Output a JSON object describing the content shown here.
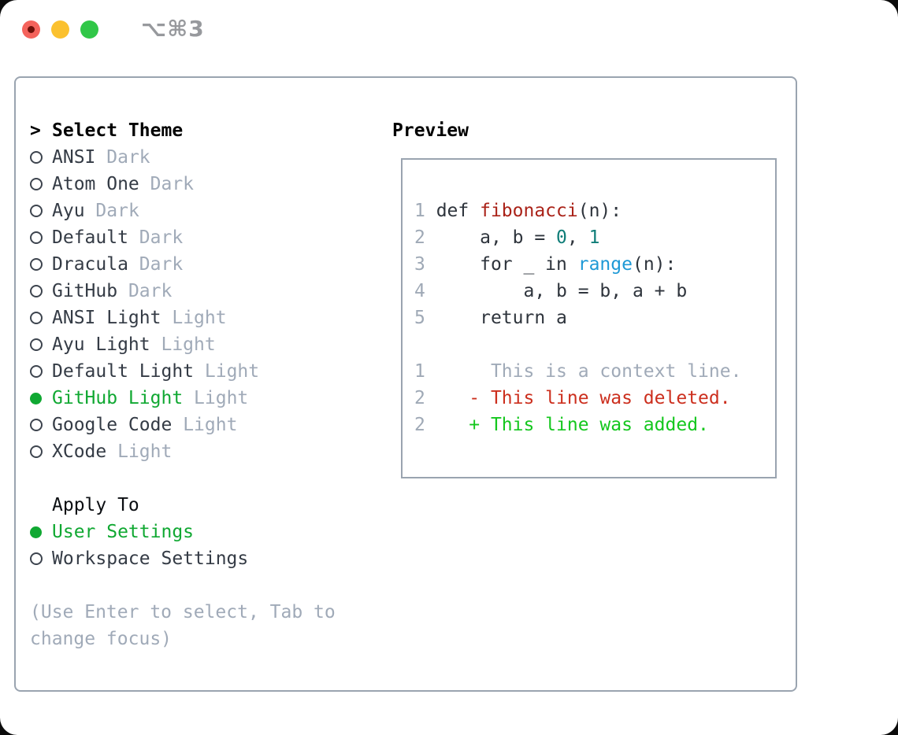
{
  "window": {
    "title_shortcut": "⌥⌘3"
  },
  "colors": {
    "traffic_red": "#f4635c",
    "traffic_yellow": "#fbc12f",
    "traffic_green": "#31c748",
    "panel_border": "#9aa4b0",
    "accent_green": "#10a832",
    "muted_gray": "#a0aab8",
    "text_dark": "#343b45",
    "function_red": "#aa2319",
    "builtin_blue": "#1e99d6",
    "number_teal": "#0f7d78",
    "deleted_red": "#cc2f1e",
    "added_green": "#14c71e"
  },
  "theme_picker": {
    "header_prefix": ">",
    "header": "Select Theme",
    "items": [
      {
        "name": "ANSI",
        "variant": "Dark",
        "selected": false
      },
      {
        "name": "Atom One",
        "variant": "Dark",
        "selected": false
      },
      {
        "name": "Ayu",
        "variant": "Dark",
        "selected": false
      },
      {
        "name": "Default",
        "variant": "Dark",
        "selected": false
      },
      {
        "name": "Dracula",
        "variant": "Dark",
        "selected": false
      },
      {
        "name": "GitHub",
        "variant": "Dark",
        "selected": false
      },
      {
        "name": "ANSI Light",
        "variant": "Light",
        "selected": false
      },
      {
        "name": "Ayu Light",
        "variant": "Light",
        "selected": false
      },
      {
        "name": "Default Light",
        "variant": "Light",
        "selected": false
      },
      {
        "name": "GitHub Light",
        "variant": "Light",
        "selected": true
      },
      {
        "name": "Google Code",
        "variant": "Light",
        "selected": false
      },
      {
        "name": "XCode",
        "variant": "Light",
        "selected": false
      }
    ],
    "apply_to": {
      "header": "Apply To",
      "options": [
        {
          "name": "User Settings",
          "selected": true
        },
        {
          "name": "Workspace Settings",
          "selected": false
        }
      ]
    },
    "hint_lines": [
      "(Use Enter to select, Tab to",
      "change focus)"
    ]
  },
  "preview": {
    "header": "Preview",
    "code_lines": [
      {
        "num": "1",
        "segments": [
          {
            "t": "def ",
            "c": "code"
          },
          {
            "t": "fibonacci",
            "c": "func"
          },
          {
            "t": "(n):",
            "c": "code"
          }
        ]
      },
      {
        "num": "2",
        "segments": [
          {
            "t": "    a, b = ",
            "c": "code"
          },
          {
            "t": "0",
            "c": "num"
          },
          {
            "t": ", ",
            "c": "code"
          },
          {
            "t": "1",
            "c": "num"
          }
        ]
      },
      {
        "num": "3",
        "segments": [
          {
            "t": "    for _ in ",
            "c": "code"
          },
          {
            "t": "range",
            "c": "builtin"
          },
          {
            "t": "(n):",
            "c": "code"
          }
        ]
      },
      {
        "num": "4",
        "segments": [
          {
            "t": "        a, b = b, a + b",
            "c": "code"
          }
        ]
      },
      {
        "num": "5",
        "segments": [
          {
            "t": "    return a",
            "c": "code"
          }
        ]
      },
      {
        "num": "",
        "segments": []
      },
      {
        "num": "1",
        "segments": [
          {
            "t": "     This is a context line.",
            "c": "ctx"
          }
        ]
      },
      {
        "num": "2",
        "segments": [
          {
            "t": "   - This line was deleted.",
            "c": "del"
          }
        ]
      },
      {
        "num": "2",
        "segments": [
          {
            "t": "   + This line was added.",
            "c": "add"
          }
        ]
      }
    ]
  }
}
